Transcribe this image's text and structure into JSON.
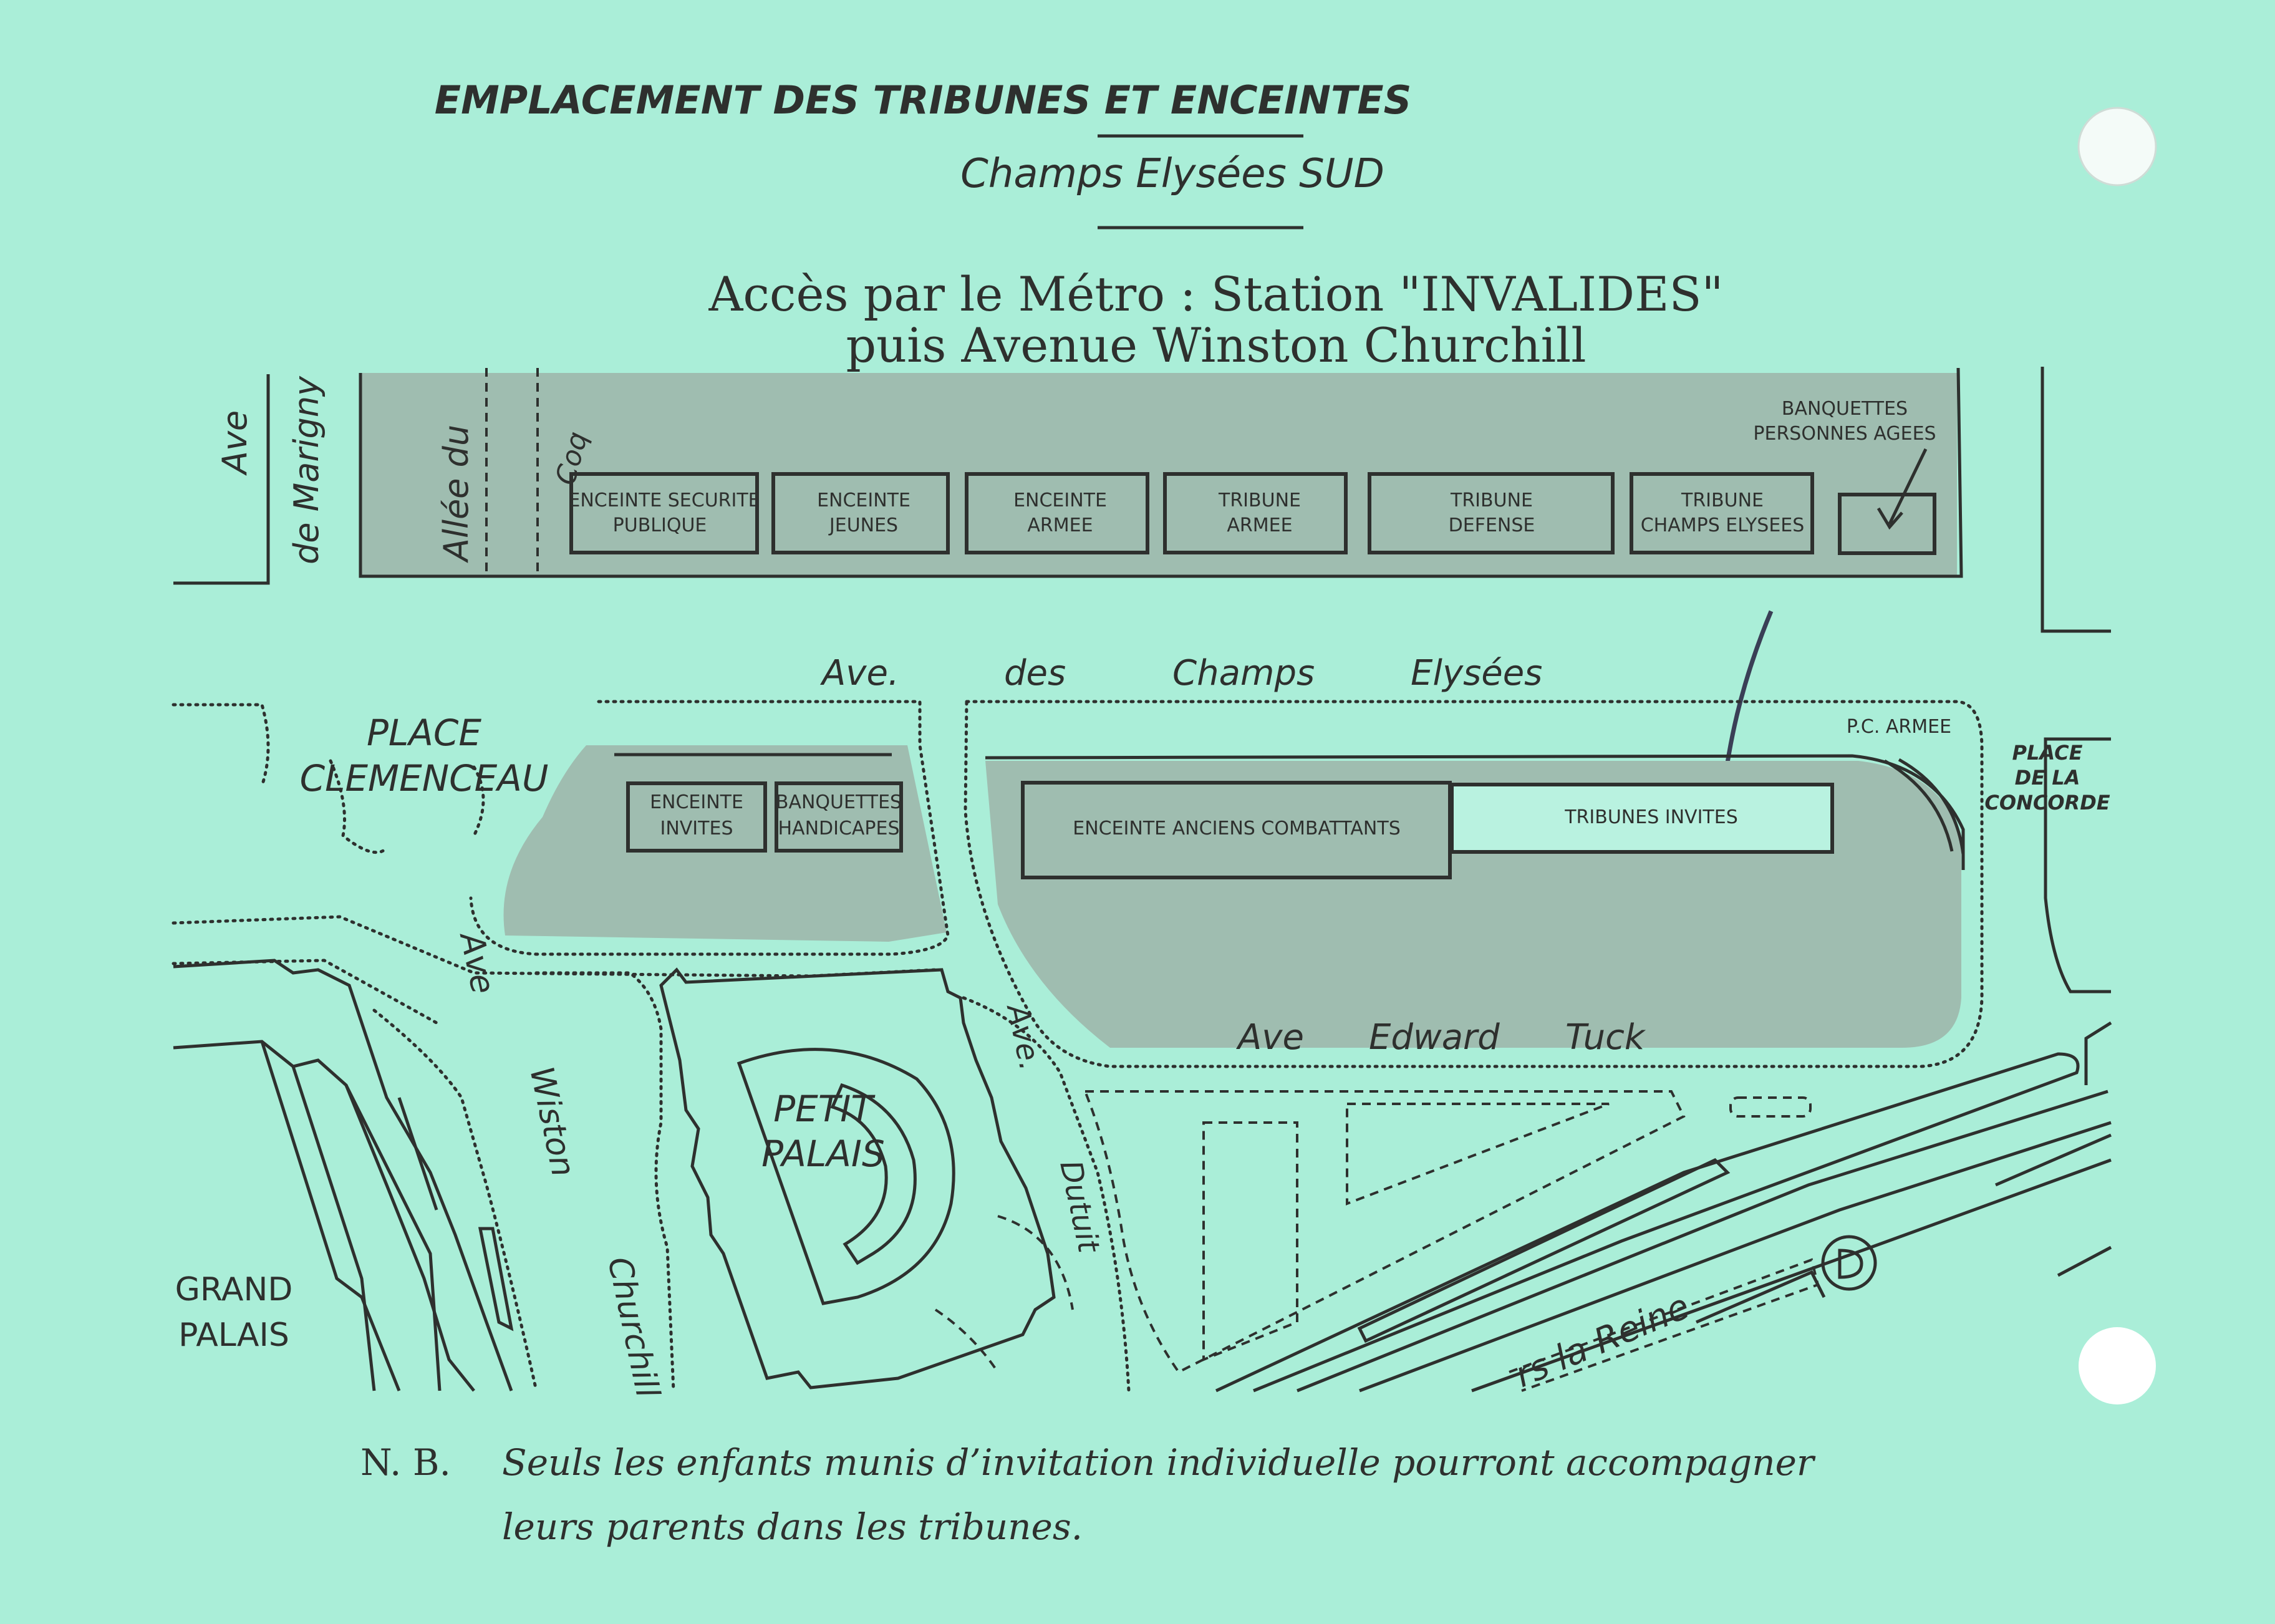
{
  "header": {
    "title": "EMPLACEMENT DES TRIBUNES ET ENCEINTES",
    "subtitle": "Champs Elysées SUD"
  },
  "access": {
    "line1": "Accès par le Métro : Station \"INVALIDES\"",
    "line2": "puis Avenue Winston Churchill"
  },
  "north_zone": {
    "boxes": [
      "ENCEINTE SECURITE|PUBLIQUE",
      "ENCEINTE|JEUNES",
      "ENCEINTE|ARMEE",
      "TRIBUNE|ARMEE",
      "TRIBUNE|DEFENSE",
      "TRIBUNE|CHAMPS ELYSEES"
    ],
    "banquettes_label": "BANQUETTES|PERSONNES AGEES"
  },
  "south_zone": {
    "left_boxes": [
      "ENCEINTE|INVITES",
      "BANQUETTES|HANDICAPES"
    ],
    "anciens": "ENCEINTE ANCIENS COMBATTANTS",
    "tribunes_invites": "TRIBUNES INVITES",
    "pc_armee": "P.C. ARMEE"
  },
  "streets": {
    "ave_marigny_1": "Ave",
    "ave_marigny_2": "de Marigny",
    "allee_coq_1": "Allée du",
    "allee_coq_2": "Coq",
    "champs_1": "Ave.",
    "champs_2": "des",
    "champs_3": "Champs",
    "champs_4": "Elysées",
    "place_clemenceau_1": "PLACE",
    "place_clemenceau_2": "CLEMENCEAU",
    "place_concorde_1": "PLACE",
    "place_concorde_2": "DE LA",
    "place_concorde_3": "CONCORDE",
    "edward_1": "Ave",
    "edward_2": "Edward",
    "edward_3": "Tuck",
    "winston_1": "Ave",
    "winston_2": "Wiston",
    "winston_3": "Churchill",
    "dutuit_1": "Ave.",
    "dutuit_2": "Dutuit",
    "reine": "rs la Reine"
  },
  "buildings": {
    "petit_1": "PETIT",
    "petit_2": "PALAIS",
    "grand_1": "GRAND",
    "grand_2": "PALAIS"
  },
  "note": {
    "prefix": "N. B.",
    "line1": "Seuls les enfants munis d’invitation individuelle pourront accompagner",
    "line2": "leurs parents dans les tribunes."
  },
  "colors": {
    "card": "#aaeed8",
    "ink": "#2e302e",
    "zone": "#9fbdb0"
  }
}
